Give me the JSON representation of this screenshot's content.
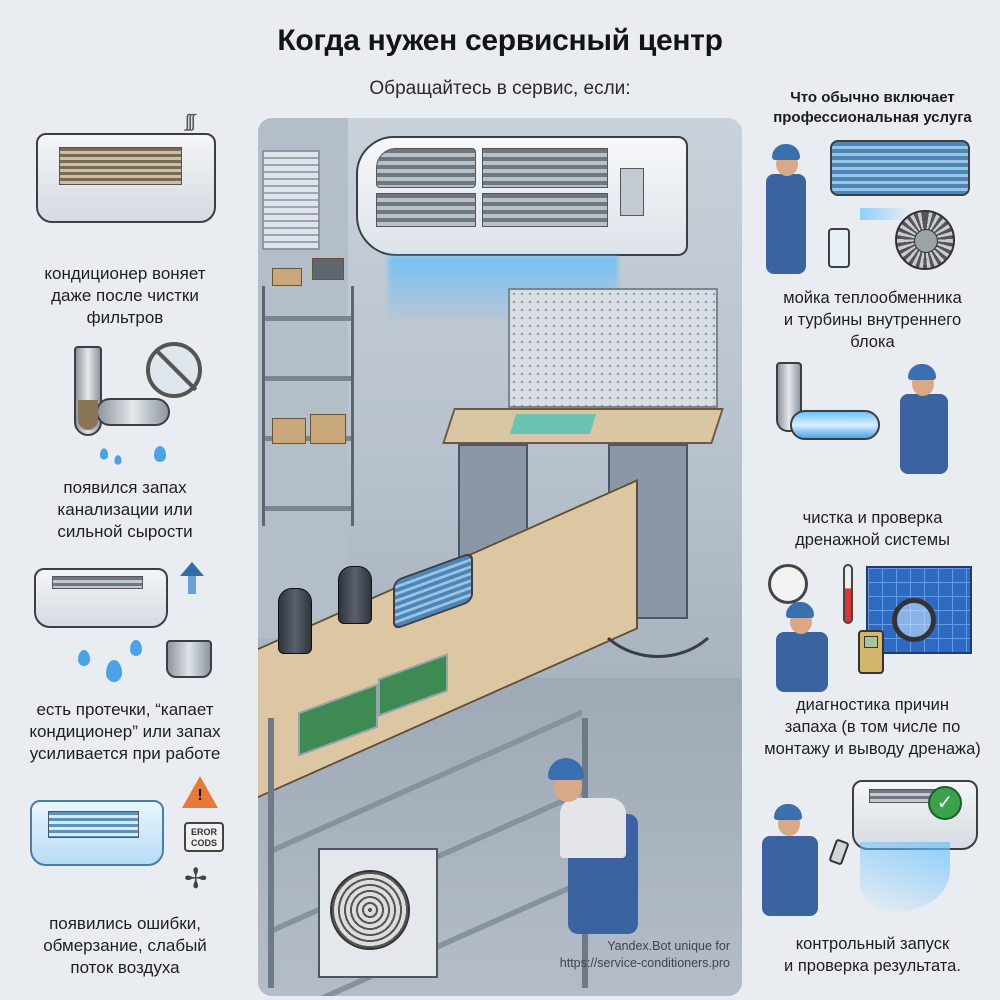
{
  "header": {
    "title": "Когда нужен сервисный центр",
    "subtitle": "Обращайтесь в сервис, если:",
    "right_heading_line1": "Что обычно включает",
    "right_heading_line2": "профессиональная услуга"
  },
  "left_items": [
    {
      "icon": "dirty-ac-icon",
      "caption_lines": [
        "кондиционер воняет",
        "даже после чистки",
        "фильтров"
      ]
    },
    {
      "icon": "sewer-pipe-icon",
      "caption_lines": [
        "появился запах",
        "канализации или",
        "сильной сырости"
      ]
    },
    {
      "icon": "leaking-ac-icon",
      "caption_lines": [
        "есть протечки, “капает",
        "кондиционер” или запах",
        "усиливается при работе"
      ]
    },
    {
      "icon": "frozen-ac-icon",
      "caption_lines": [
        "появились ошибки,",
        "обмерзание, слабый",
        "поток воздуха"
      ],
      "badge_warning": "!",
      "badge_error_line1": "EROR",
      "badge_error_line2": "CODS"
    }
  ],
  "right_items": [
    {
      "icon": "washing-heat-exchanger-icon",
      "caption_lines": [
        "мойка теплообменника",
        "и турбины внутреннего",
        "блока"
      ]
    },
    {
      "icon": "drain-cleaning-icon",
      "caption_lines": [
        "чистка и проверка",
        "дренажной системы"
      ]
    },
    {
      "icon": "diagnostics-icon",
      "caption_lines": [
        "диагностика причин",
        "запаха (в том числе по",
        "монтажу и выводу дренажа)"
      ]
    },
    {
      "icon": "test-run-icon",
      "caption_lines": [
        "контрольный запуск",
        "и проверка результата."
      ],
      "check_mark": "✓"
    }
  ],
  "center_scene": {
    "description": "service workshop illustration",
    "watermark_line1": "Yandex.Bot unique for",
    "watermark_line2": "https://service-conditioners.pro"
  },
  "colors": {
    "background": "#e9edf1",
    "uniform_blue": "#3b63a0",
    "cool_air": "#6ec3ff",
    "warning_orange": "#e8793a",
    "check_green": "#3aa24a"
  }
}
